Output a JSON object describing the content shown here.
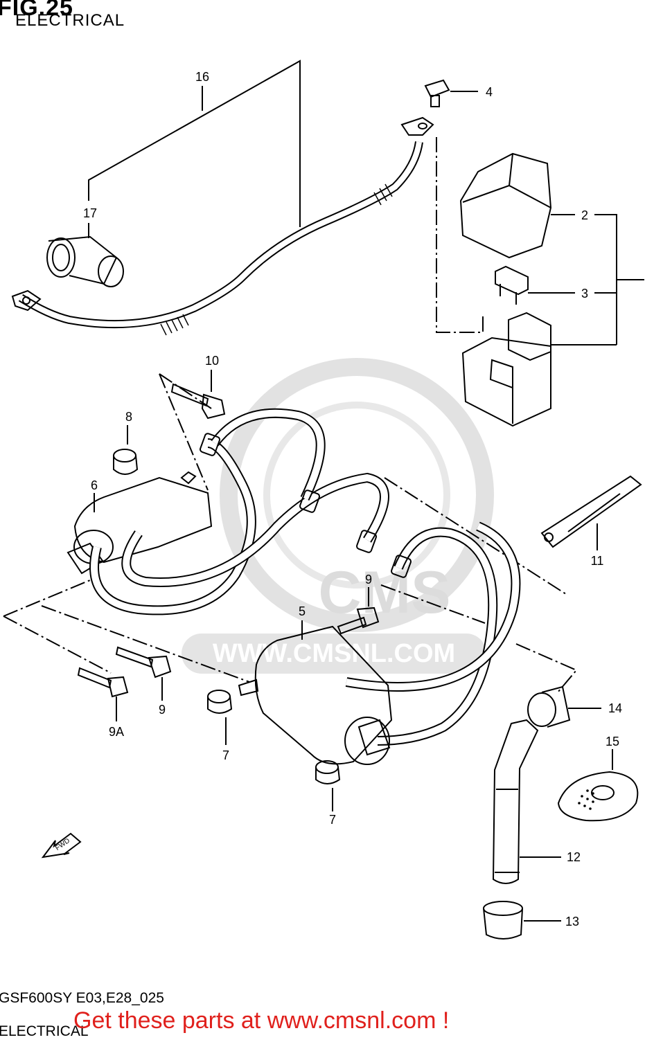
{
  "figure": {
    "title": "FIG.25",
    "subtitle": "ELECTRICAL"
  },
  "watermark": {
    "brand": "CMS",
    "url": "WWW.CMSNL.COM"
  },
  "direction_marker": "FWD",
  "part_labels": [
    {
      "id": "p16",
      "text": "16"
    },
    {
      "id": "p17",
      "text": "17"
    },
    {
      "id": "p4",
      "text": "4"
    },
    {
      "id": "p2",
      "text": "2"
    },
    {
      "id": "p3",
      "text": "3"
    },
    {
      "id": "p10",
      "text": "10"
    },
    {
      "id": "p8",
      "text": "8"
    },
    {
      "id": "p6",
      "text": "6"
    },
    {
      "id": "p11",
      "text": "11"
    },
    {
      "id": "p9a",
      "text": "9"
    },
    {
      "id": "p5",
      "text": "5"
    },
    {
      "id": "p9b",
      "text": "9"
    },
    {
      "id": "p9c",
      "text": "9A"
    },
    {
      "id": "p7a",
      "text": "7"
    },
    {
      "id": "p14",
      "text": "14"
    },
    {
      "id": "p15",
      "text": "15"
    },
    {
      "id": "p7b",
      "text": "7"
    },
    {
      "id": "p12",
      "text": "12"
    },
    {
      "id": "p13",
      "text": "13"
    }
  ],
  "footer": {
    "model_code": "GSF600SY E03,E28_025",
    "subtitle": "ELECTRICAL",
    "promo": "Get these parts at www.cmsnl.com !"
  },
  "colors": {
    "line": "#000000",
    "watermark": "#dcdcdc",
    "promo": "#e0201c"
  }
}
